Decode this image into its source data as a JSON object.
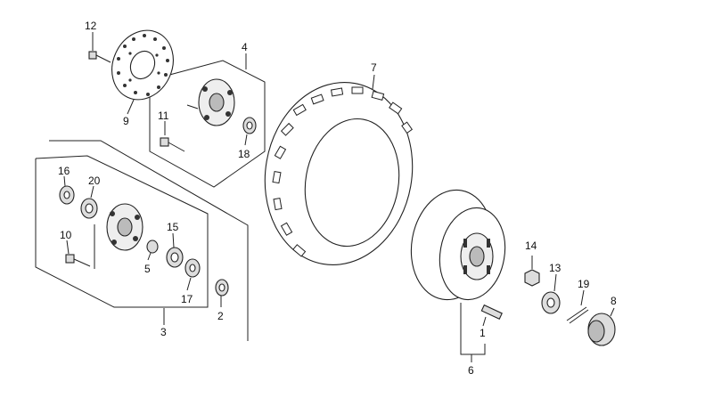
{
  "labels": {
    "p1": "1",
    "p2": "2",
    "p3": "3",
    "p4": "4",
    "p5": "5",
    "p6": "6",
    "p7": "7",
    "p8": "8",
    "p9": "9",
    "p10": "10",
    "p11": "11",
    "p12": "12",
    "p13": "13",
    "p14": "14",
    "p15": "15",
    "p16": "16",
    "p17": "17",
    "p18": "18",
    "p19": "19",
    "p20": "20"
  },
  "icons": {
    "tire": "tire-icon",
    "wheel": "wheel-rim-icon",
    "disc": "brake-disc-icon",
    "hub": "wheel-hub-icon"
  }
}
